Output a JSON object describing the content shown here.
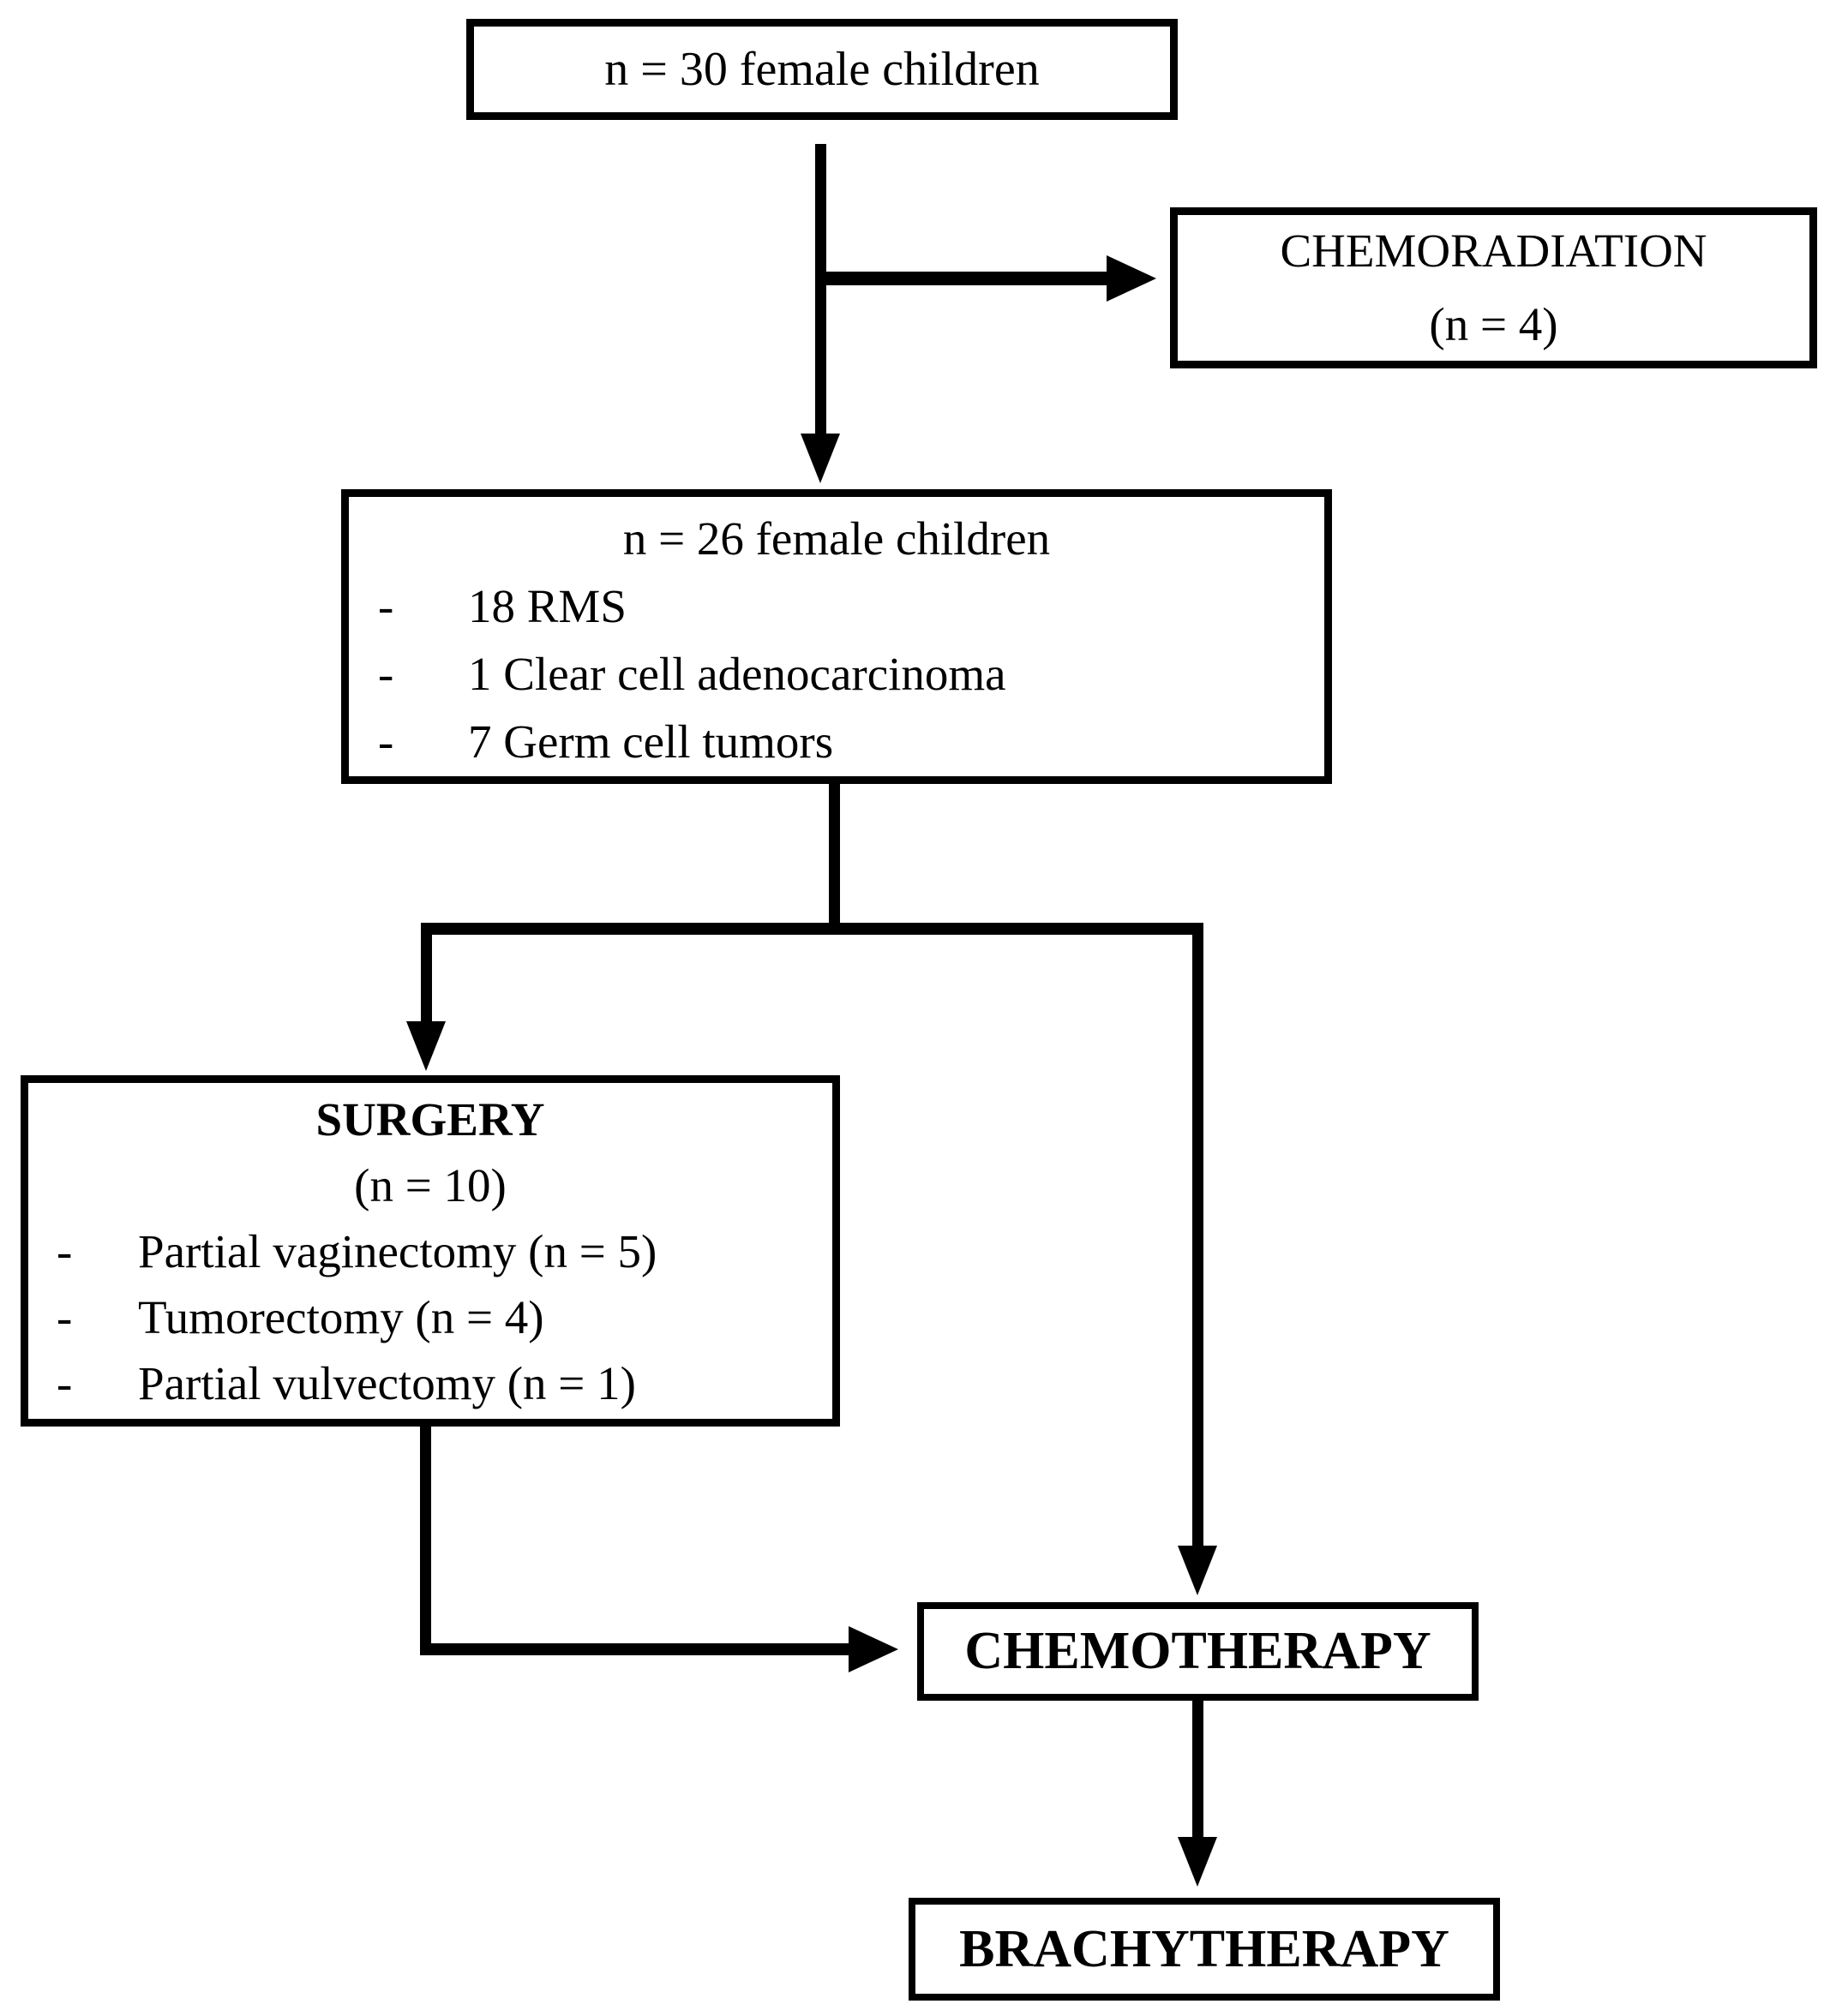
{
  "diagram": {
    "type": "flowchart",
    "background_color": "#ffffff",
    "line_color": "#000000",
    "bullet_char": "-",
    "nodes": {
      "cohort_30": {
        "label": "n = 30 female children"
      },
      "chemoradiation": {
        "title": "CHEMORADIATION",
        "subtitle": "(n = 4)"
      },
      "cohort_26": {
        "title": "n = 26 female children",
        "items": [
          "18 RMS",
          "1 Clear cell adenocarcinoma",
          "7 Germ cell tumors"
        ]
      },
      "surgery": {
        "title": "SURGERY",
        "subtitle": "(n = 10)",
        "items": [
          "Partial vaginectomy (n = 5)",
          "Tumorectomy (n = 4)",
          "Partial vulvectomy (n = 1)"
        ]
      },
      "chemotherapy": {
        "title": "CHEMOTHERAPY"
      },
      "brachytherapy": {
        "title": "BRACHYTHERAPY"
      }
    },
    "edges": [
      {
        "from": "cohort_30",
        "to": "chemoradiation"
      },
      {
        "from": "cohort_30",
        "to": "cohort_26"
      },
      {
        "from": "cohort_26",
        "to": "surgery"
      },
      {
        "from": "cohort_26",
        "to": "chemotherapy"
      },
      {
        "from": "surgery",
        "to": "chemotherapy"
      },
      {
        "from": "chemotherapy",
        "to": "brachytherapy"
      }
    ]
  }
}
